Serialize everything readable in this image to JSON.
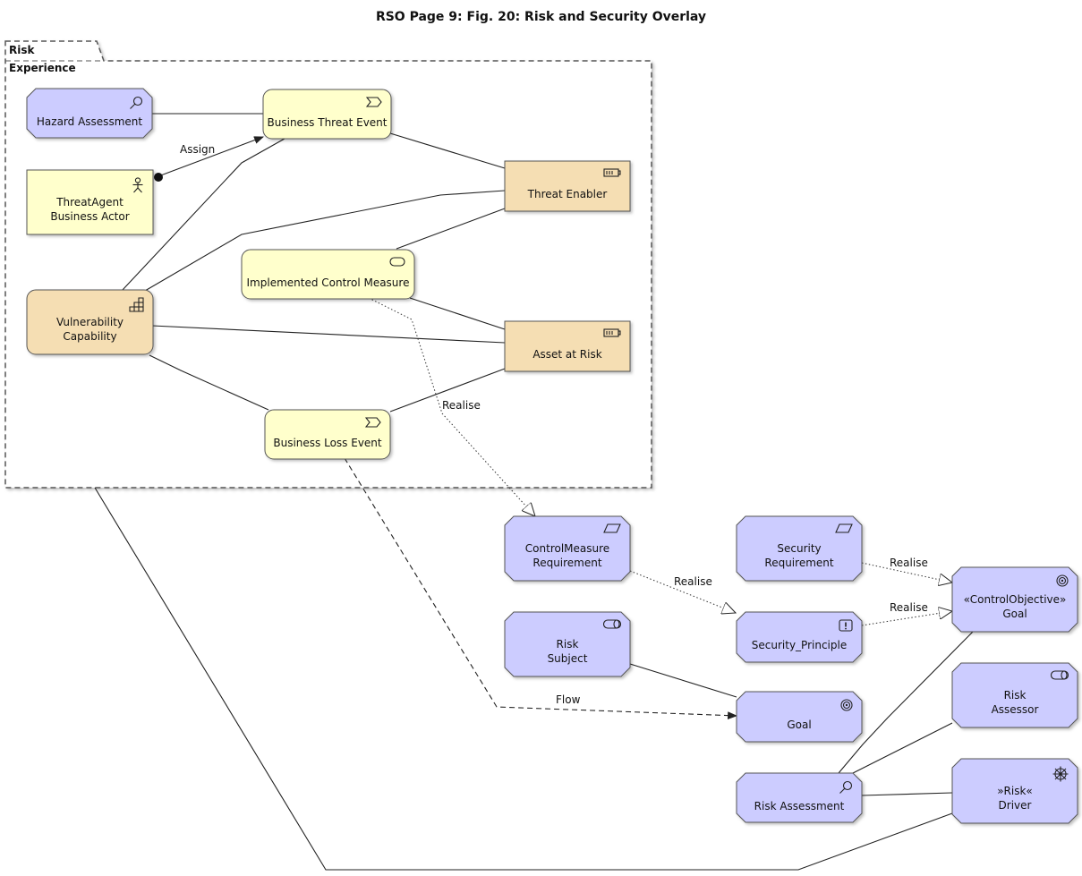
{
  "title": "RSO Page 9:  Fig. 20: Risk and Security Overlay",
  "package": {
    "name": "Risk Experience"
  },
  "colors": {
    "business": "#ffffcc",
    "strategy": "#f5deb3",
    "motivation": "#ccccff",
    "line": "#222222"
  },
  "nodes": {
    "hazard_assessment": {
      "label": "Hazard Assessment",
      "icon": "magnifier-icon"
    },
    "business_threat_event": {
      "label": "Business Threat Event",
      "icon": "event-icon"
    },
    "threat_agent": {
      "label": "ThreatAgent\nBusiness Actor",
      "icon": "actor-icon"
    },
    "threat_enabler": {
      "label": "Threat Enabler",
      "icon": "resource-icon"
    },
    "implemented_control": {
      "label": "Implemented Control Measure",
      "icon": "service-icon"
    },
    "vulnerability": {
      "label": "Vulnerability\nCapability",
      "icon": "capability-icon"
    },
    "asset_at_risk": {
      "label": "Asset at Risk",
      "icon": "resource-icon"
    },
    "business_loss_event": {
      "label": "Business Loss Event",
      "icon": "event-icon"
    },
    "control_measure_req": {
      "label": "ControlMeasure\nRequirement",
      "icon": "requirement-icon"
    },
    "security_req": {
      "label": "Security\nRequirement",
      "icon": "requirement-icon"
    },
    "control_objective": {
      "label": "«ControlObjective»\nGoal",
      "icon": "goal-icon"
    },
    "security_principle": {
      "label": "Security_Principle",
      "icon": "principle-icon"
    },
    "risk_subject": {
      "label": "Risk\nSubject",
      "icon": "role-icon"
    },
    "goal": {
      "label": "Goal",
      "icon": "goal-icon"
    },
    "risk_assessor": {
      "label": "Risk\nAssessor",
      "icon": "role-icon"
    },
    "risk_assessment": {
      "label": "Risk Assessment",
      "icon": "magnifier-icon"
    },
    "risk_driver": {
      "label": "»Risk«\nDriver",
      "icon": "driver-icon"
    }
  },
  "edge_labels": {
    "assign": "Assign",
    "realise_1": "Realise",
    "realise_2": "Realise",
    "realise_3": "Realise",
    "realise_4": "Realise",
    "flow": "Flow"
  }
}
